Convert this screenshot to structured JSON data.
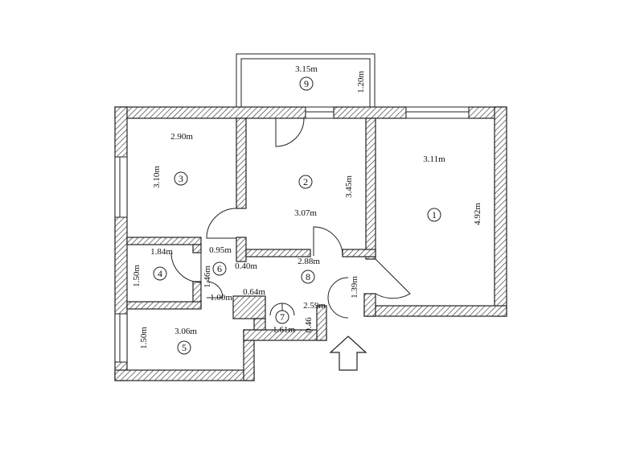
{
  "rooms": [
    {
      "id": "1",
      "width_label": "3.11m",
      "length_label": "4.92m"
    },
    {
      "id": "2",
      "width_label": "3.07m",
      "length_label": "3.45m"
    },
    {
      "id": "3",
      "width_label": "2.90m",
      "length_label": "3.10m"
    },
    {
      "id": "4",
      "width_label": "1.84m",
      "length_label": "1.50m"
    },
    {
      "id": "5",
      "width_label": "3.06m",
      "length_label": "1.50m"
    },
    {
      "id": "6",
      "width_label": "0.95m",
      "length_label": "1.46m",
      "extra_label": "1.00m"
    },
    {
      "id": "7",
      "width_label": "1.61m",
      "length_label": "0.46",
      "extra_label": "0.64m"
    },
    {
      "id": "8",
      "width_label": "2.88m",
      "length_label": "1.39m",
      "extra_label": "2.59m"
    },
    {
      "id": "9",
      "width_label": "3.15m",
      "length_label": "1.20m"
    }
  ],
  "misc": {
    "gap_label": "0.40m"
  }
}
